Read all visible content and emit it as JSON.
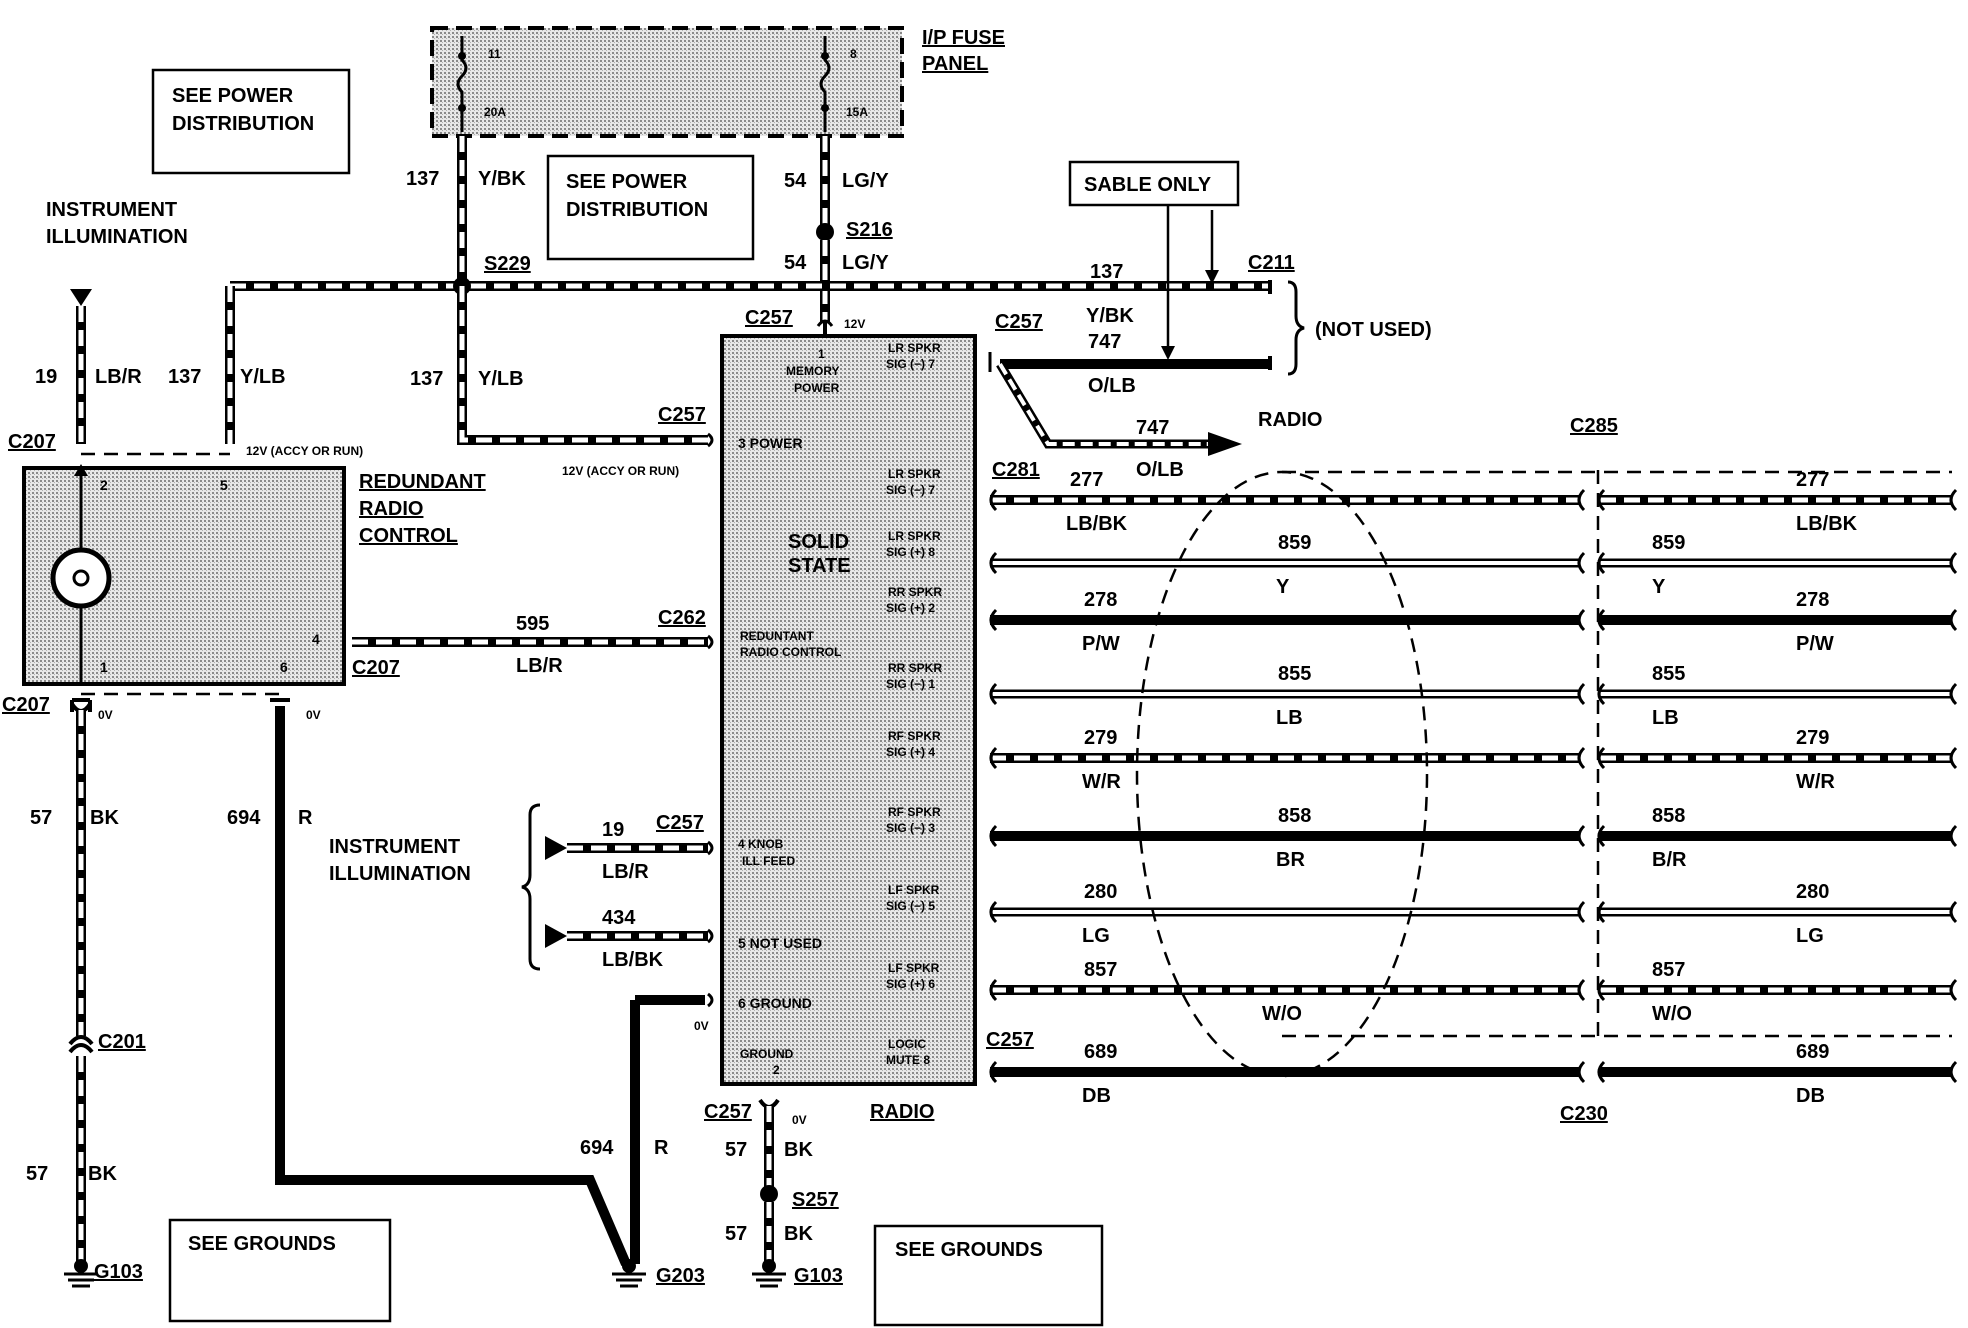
{
  "fuse_panel": {
    "title_line1": "I/P FUSE",
    "title_line2": "PANEL",
    "fuse_a_num": "11",
    "fuse_a_rating": "20A",
    "fuse_b_num": "8",
    "fuse_b_rating": "15A"
  },
  "notes": {
    "power_dist_1_line1": "SEE POWER",
    "power_dist_1_line2": "DISTRIBUTION",
    "power_dist_2_line1": "SEE POWER",
    "power_dist_2_line2": "DISTRIBUTION",
    "sable_only": "SABLE ONLY",
    "see_grounds_1": "SEE GROUNDS",
    "see_grounds_2": "SEE GROUNDS",
    "not_used": "(NOT USED)",
    "instrument_illum_1_line1": "INSTRUMENT",
    "instrument_illum_1_line2": "ILLUMINATION",
    "instrument_illum_2_line1": "INSTRUMENT",
    "instrument_illum_2_line2": "ILLUMINATION",
    "radio_arrow": "RADIO",
    "radio_bottom": "RADIO",
    "v12_accy_1": "12V (ACCY OR RUN)",
    "v12_accy_2": "12V (ACCY OR RUN)",
    "v12": "12V",
    "ov_1": "0V",
    "ov_2": "0V",
    "ov_3": "0V",
    "ov_4": "0V"
  },
  "redundant_control": {
    "line1": "REDUNDANT",
    "line2": "RADIO",
    "line3": "CONTROL",
    "pin2": "2",
    "pin5": "5",
    "pin4": "4",
    "pin1": "1",
    "pin6": "6"
  },
  "radio": {
    "solid_line1": "SOLID",
    "solid_line2": "STATE",
    "memory_pin": "1",
    "memory_l1": "MEMORY",
    "memory_l2": "POWER",
    "power": "3  POWER",
    "redundant_l1": "REDUNTANT",
    "redundant_l2": "RADIO CONTROL",
    "knob_l1": "4 KNOB",
    "knob_l2": "ILL FEED",
    "notused": "5  NOT USED",
    "ground6": "6   GROUND",
    "ground2_l1": "GROUND",
    "ground2_l2": "2",
    "r_pins": [
      {
        "l1": "LR SPKR",
        "l2": "SIG (−) 7"
      },
      {
        "l1": "LR SPKR",
        "l2": "SIG (−) 7"
      },
      {
        "l1": "LR SPKR",
        "l2": "SIG (+) 8"
      },
      {
        "l1": "RR SPKR",
        "l2": "SIG (+) 2"
      },
      {
        "l1": "RR SPKR",
        "l2": "SIG (−) 1"
      },
      {
        "l1": "RF SPKR",
        "l2": "SIG (+) 4"
      },
      {
        "l1": "RF SPKR",
        "l2": "SIG (−) 3"
      },
      {
        "l1": "LF SPKR",
        "l2": "SIG (−) 5"
      },
      {
        "l1": "LF SPKR",
        "l2": "SIG (+) 6"
      },
      {
        "l1": "LOGIC",
        "l2": "MUTE 8"
      }
    ]
  },
  "connectors": {
    "c207_a": "C207",
    "c207_b": "C207",
    "c207_c": "C207",
    "c257_top": "C257",
    "c257_power": "C257",
    "c257_right": "C257",
    "c257_illum": "C257",
    "c257_mute": "C257",
    "c257_bottom": "C257",
    "c262": "C262",
    "c211": "C211",
    "c281": "C281",
    "c285": "C285",
    "c201": "C201",
    "c230": "C230",
    "s229": "S229",
    "s216": "S216",
    "s257": "S257",
    "g103_a": "G103",
    "g203": "G203",
    "g103_b": "G103"
  },
  "wires": {
    "w137_top_num": "137",
    "w137_top_color": "Y/BK",
    "w54_top_num": "54",
    "w54_top_color": "LG/Y",
    "w54_mid_num": "54",
    "w54_mid_color": "LG/Y",
    "w19_num": "19",
    "w19_color": "LB/R",
    "w137_left_num": "137",
    "w137_left_color": "Y/LB",
    "w137_mid_num": "137",
    "w137_mid_color": "Y/LB",
    "w137_c211_num": "137",
    "w137_c211_color": "Y/BK",
    "w747_a_num": "747",
    "w747_a_color": "O/LB",
    "w747_b_num": "747",
    "w747_b_color": "O/LB",
    "w595_num": "595",
    "w595_color": "LB/R",
    "w19_ill_num": "19",
    "w19_ill_color": "LB/R",
    "w434_num": "434",
    "w434_color": "LB/BK",
    "w57_a_num": "57",
    "w57_a_color": "BK",
    "w57_b_num": "57",
    "w57_b_color": "BK",
    "w694_a_num": "694",
    "w694_a_color": "R",
    "w694_b_num": "694",
    "w694_b_color": "R",
    "w57_c_num": "57",
    "w57_c_color": "BK",
    "w57_d_num": "57",
    "w57_d_color": "BK"
  },
  "speaker_wires": [
    {
      "num": "277",
      "color": "LB/BK",
      "num_r": "277",
      "color_r": "LB/BK"
    },
    {
      "num": "859",
      "color": "Y",
      "num_r": "859",
      "color_r": "Y"
    },
    {
      "num": "278",
      "color": "P/W",
      "num_r": "278",
      "color_r": "P/W"
    },
    {
      "num": "855",
      "color": "LB",
      "num_r": "855",
      "color_r": "LB"
    },
    {
      "num": "279",
      "color": "W/R",
      "num_r": "279",
      "color_r": "W/R"
    },
    {
      "num": "858",
      "color": "BR",
      "num_r": "858",
      "color_r": "B/R"
    },
    {
      "num": "280",
      "color": "LG",
      "num_r": "280",
      "color_r": "LG"
    },
    {
      "num": "857",
      "color": "W/O",
      "num_r": "857",
      "color_r": "W/O"
    },
    {
      "num": "689",
      "color": "DB",
      "num_r": "689",
      "color_r": "DB"
    }
  ]
}
